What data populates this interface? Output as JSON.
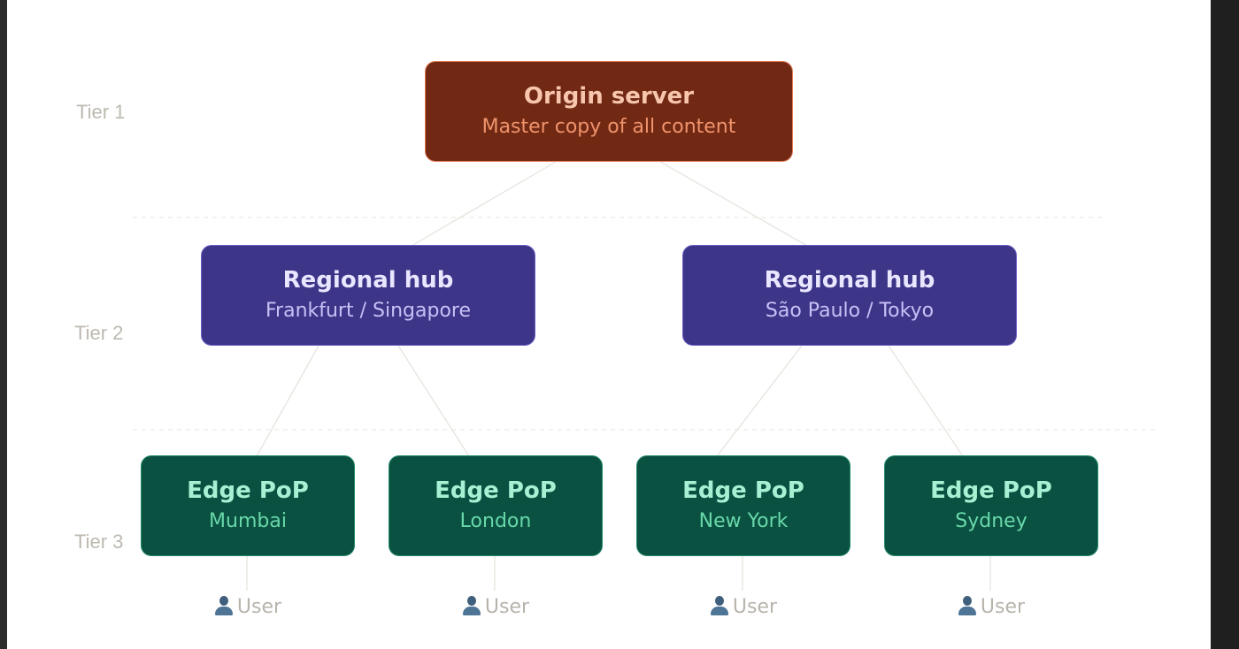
{
  "tiers": [
    {
      "label": "Tier 1"
    },
    {
      "label": "Tier 2"
    },
    {
      "label": "Tier 3"
    }
  ],
  "origin": {
    "title": "Origin server",
    "subtitle": "Master copy of all content"
  },
  "hubs": [
    {
      "title": "Regional hub",
      "subtitle": "Frankfurt / Singapore"
    },
    {
      "title": "Regional hub",
      "subtitle": "São Paulo / Tokyo"
    }
  ],
  "edges": [
    {
      "title": "Edge PoP",
      "subtitle": "Mumbai",
      "user": "User"
    },
    {
      "title": "Edge PoP",
      "subtitle": "London",
      "user": "User"
    },
    {
      "title": "Edge PoP",
      "subtitle": "New York",
      "user": "User"
    },
    {
      "title": "Edge PoP",
      "subtitle": "Sydney",
      "user": "User"
    }
  ],
  "colors": {
    "origin_fill": "#712914",
    "hub_fill": "#3d3588",
    "edge_fill": "#0a5141",
    "connector": "#e6e4de",
    "tier_divider": "#ebe9e3"
  },
  "icons": {
    "user": "user-icon"
  }
}
